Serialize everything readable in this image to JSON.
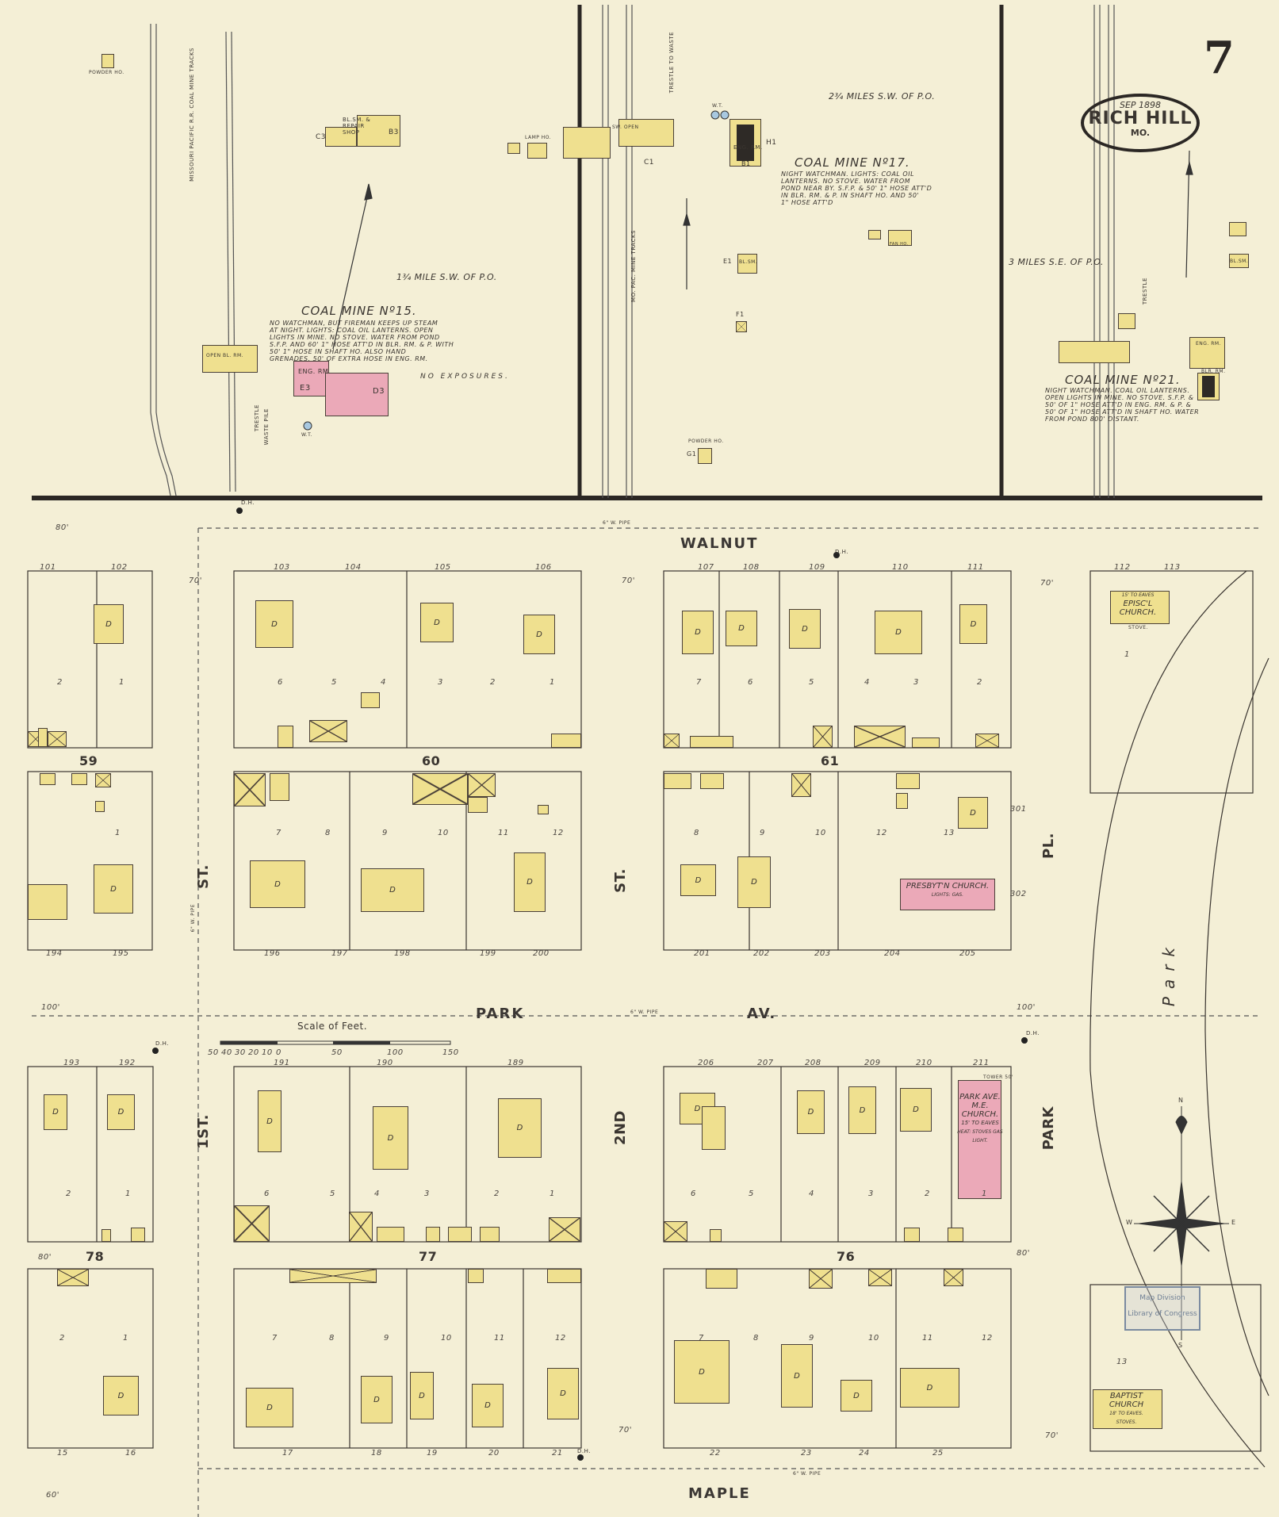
{
  "sheet": {
    "page_number": "7",
    "title": {
      "date": "SEP 1898",
      "city": "RICH HILL",
      "state": "MO."
    }
  },
  "colors": {
    "background": "#f4efd6",
    "frame_dwelling": "#efe08f",
    "brick_special": "#eba9b8",
    "lines": "#3a3530"
  },
  "mines": [
    {
      "name": "COAL MINE Nº15.",
      "distance": "1¾ MILE S.W. OF P.O.",
      "notes": "NO WATCHMAN, BUT FIREMAN KEEPS UP STEAM\nAT NIGHT. LIGHTS: COAL OIL LANTERNS. OPEN\nLIGHTS IN MINE. NO STOVE. WATER FROM POND\nS.F.P. AND 60' 1\" HOSE ATT'D IN BLR. RM. & P. WITH\n50' 1\" HOSE IN SHAFT HO. ALSO HAND\nGRENADES. 50' OF EXTRA HOSE IN ENG. RM.",
      "exposures": "NO EXPOSURES.",
      "labels": [
        "ENG. RM.",
        "E3",
        "D3",
        "B3",
        "C3",
        "BL.SM. & REPAIR SHOP",
        "OPEN BL. RM.",
        "POWDER HO.",
        "LAMP HO.",
        "W.T.",
        "TRESTLE",
        "WASTE PILE"
      ]
    },
    {
      "name": "COAL MINE Nº17.",
      "distance": "2¾ MILES S.W. OF P.O.",
      "notes": "NIGHT WATCHMAN. LIGHTS: COAL OIL\nLANTERNS. NO STOVE. WATER FROM\nPOND NEAR BY. S.F.P. & 50' 1\" HOSE ATT'D\nIN BLR. RM. & P. IN SHAFT HO. AND 50'\n1\" HOSE ATT'D",
      "labels": [
        "ENG. RM.",
        "C1",
        "B1",
        "H1",
        "E1",
        "F1",
        "G1",
        "W.T.",
        "BL.SM.",
        "POWDER HO.",
        "FAN HO.",
        "SW. OPEN"
      ]
    },
    {
      "name": "COAL MINE Nº21.",
      "distance": "3 MILES S.E. OF P.O.",
      "notes": "NIGHT WATCHMAN. COAL OIL LANTERNS.\nOPEN LIGHTS IN MINE. NO STOVE. S.F.P. &\n50' OF 1\" HOSE ATT'D IN ENG. RM. & P. &\n50' OF 1\" HOSE ATT'D IN SHAFT HO. WATER\nFROM POND 800' DISTANT.",
      "labels": [
        "ENG. RM.",
        "BLR. RM.",
        "BL.SM.",
        "TRESTLE"
      ]
    }
  ],
  "railroads": {
    "mopac_coal": "MISSOURI PACIFIC R.R. COAL MINE TRACKS",
    "mopac_mine": "MO. PAC. MINE TRACKS",
    "trestle_waste": "TRESTLE TO WASTE"
  },
  "streets": {
    "walnut": "WALNUT",
    "park_av": [
      "PARK",
      "AV."
    ],
    "maple": "MAPLE",
    "first_st": [
      "1ST.",
      "ST."
    ],
    "second_st": [
      "2ND",
      "ST."
    ],
    "park_pl": [
      "PARK",
      "PL."
    ],
    "park": "Park",
    "pipe": "6\" W. PIPE",
    "widths": [
      "80'",
      "70'",
      "70'",
      "70'",
      "100'",
      "100'",
      "70'",
      "70'",
      "80'",
      "80'",
      "60'"
    ]
  },
  "hydrant_label": "D.H.",
  "blocks": [
    "59",
    "60",
    "61",
    "78",
    "77",
    "76"
  ],
  "addresses": {
    "walnut_row": [
      "101",
      "102",
      "103",
      "104",
      "105",
      "106",
      "107",
      "108",
      "109",
      "110",
      "111",
      "112",
      "113"
    ],
    "park_north_row": [
      "194",
      "195",
      "196",
      "197",
      "198",
      "199",
      "200",
      "201",
      "202",
      "203",
      "204",
      "205"
    ],
    "park_south_row": [
      "193",
      "192",
      "191",
      "190",
      "189",
      "206",
      "207",
      "208",
      "209",
      "210",
      "211"
    ],
    "maple_row": [
      "15",
      "16",
      "17",
      "18",
      "19",
      "20",
      "21",
      "22",
      "23",
      "24",
      "25"
    ],
    "side": [
      "301",
      "302"
    ]
  },
  "lots": {
    "b59_top": [
      "2",
      "1"
    ],
    "b60_top": [
      "6",
      "5",
      "4",
      "3",
      "2",
      "1"
    ],
    "b61_top": [
      "7",
      "6",
      "5",
      "4",
      "3",
      "2"
    ],
    "b59_bottom": [
      "1"
    ],
    "b60_bottom": [
      "7",
      "8",
      "9",
      "10",
      "11",
      "12"
    ],
    "b61_bottom": [
      "8",
      "9",
      "10",
      "12",
      "13"
    ],
    "b78_top": [
      "2",
      "1"
    ],
    "b77_top": [
      "6",
      "5",
      "4",
      "3",
      "2",
      "1"
    ],
    "b76_top": [
      "6",
      "5",
      "4",
      "3",
      "2",
      "1"
    ],
    "b78_bottom": [
      "2",
      "1"
    ],
    "b77_bottom": [
      "7",
      "8",
      "9",
      "10",
      "11",
      "12"
    ],
    "b76_bottom": [
      "7",
      "8",
      "9",
      "10",
      "11",
      "12"
    ],
    "park": [
      "1",
      "13"
    ]
  },
  "map_labels": {
    "dwelling": "D"
  },
  "churches": {
    "episcopal": {
      "note": "15' TO EAVES",
      "name": "EPISC'L CHURCH.",
      "heat": "STOVE."
    },
    "presbyterian": {
      "name": "PRESBYT'N CHURCH.",
      "note": "LIGHTS: GAS."
    },
    "methodist": {
      "name": "PARK AVE. M.E. CHURCH.",
      "note": "15' TO EAVES",
      "heat": "HEAT: STOVES GAS LIGHT.",
      "tower": "TOWER 50'"
    },
    "baptist": {
      "name": "BAPTIST CHURCH",
      "note": "18' TO EAVES.",
      "heat": "STOVES."
    }
  },
  "scale": {
    "title": "Scale of Feet.",
    "ticks": [
      "50",
      "40",
      "30",
      "20",
      "10",
      "0",
      "50",
      "100",
      "150"
    ]
  },
  "compass": {
    "n": "N",
    "s": "S",
    "e": "E",
    "w": "W"
  },
  "stamp": {
    "line1": "Map Division",
    "line2": "Library of Congress"
  }
}
